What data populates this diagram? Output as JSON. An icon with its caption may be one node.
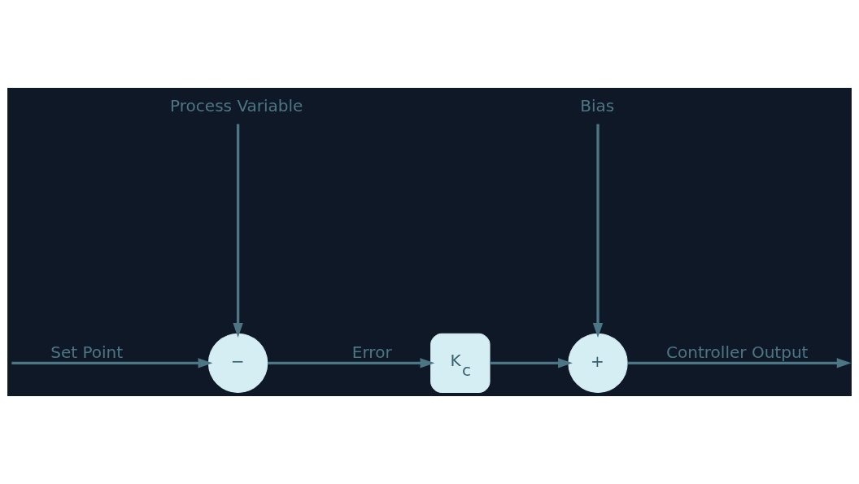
{
  "diagram": {
    "nodes": [
      {
        "text": [
          "−"
        ]
      },
      {
        "text": [
          "K$_{c}$"
        ]
      },
      {
        "text": [
          "+"
        ]
      },
      {
        "text": [
          "Process Variable"
        ]
      },
      {
        "text": [
          "Bias"
        ]
      }
    ],
    "edges": [
      {
        "from": null,
        "to": 0,
        "arrow": "to",
        "label": "Set Point"
      },
      {
        "from": 0,
        "to": 1,
        "arrow": "to",
        "label": "Error"
      },
      {
        "from": 1,
        "to": 2,
        "arrow": "to"
      },
      {
        "from": 2,
        "to": null,
        "arrow": "to",
        "label": "Controller Output"
      },
      {
        "from": 3,
        "to": 0,
        "arrow": "to"
      },
      {
        "from": 4,
        "to": 2,
        "arrow": "to"
      }
    ]
  }
}
